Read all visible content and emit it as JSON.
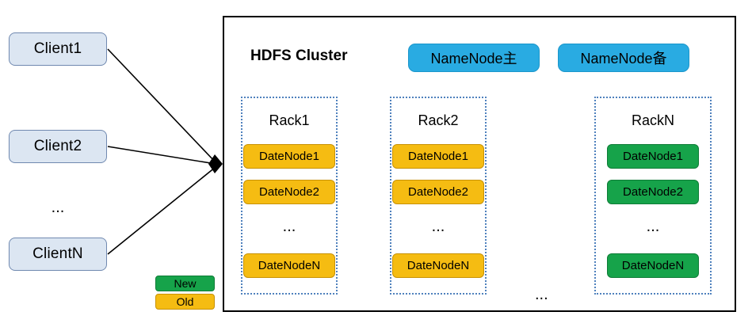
{
  "clients": {
    "items": [
      {
        "label": "Client1"
      },
      {
        "label": "Client2"
      },
      {
        "label": "ClientN"
      }
    ],
    "ellipsis": "..."
  },
  "legend": {
    "items": [
      {
        "label": "New",
        "color": "#16a34a"
      },
      {
        "label": "Old",
        "color": "#f5bc12"
      }
    ]
  },
  "cluster": {
    "title": "HDFS Cluster",
    "namenodes": [
      {
        "label": "NameNode主",
        "color": "#29abe2"
      },
      {
        "label": "NameNode备",
        "color": "#29abe2"
      }
    ],
    "rack_gap_ellipsis": "...",
    "racks": [
      {
        "title": "Rack1",
        "node_color": "#f5bc12",
        "node_state": "old",
        "ellipsis": "...",
        "nodes": [
          {
            "label": "DateNode1"
          },
          {
            "label": "DateNode2"
          },
          {
            "label": "DateNodeN"
          }
        ]
      },
      {
        "title": "Rack2",
        "node_color": "#f5bc12",
        "node_state": "old",
        "ellipsis": "...",
        "nodes": [
          {
            "label": "DateNode1"
          },
          {
            "label": "DateNode2"
          },
          {
            "label": "DateNodeN"
          }
        ]
      },
      {
        "title": "RackN",
        "node_color": "#16a34a",
        "node_state": "new",
        "ellipsis": "...",
        "nodes": [
          {
            "label": "DateNode1"
          },
          {
            "label": "DateNode2"
          },
          {
            "label": "DateNodeN"
          }
        ]
      }
    ]
  },
  "watermark": {
    "text": ""
  }
}
